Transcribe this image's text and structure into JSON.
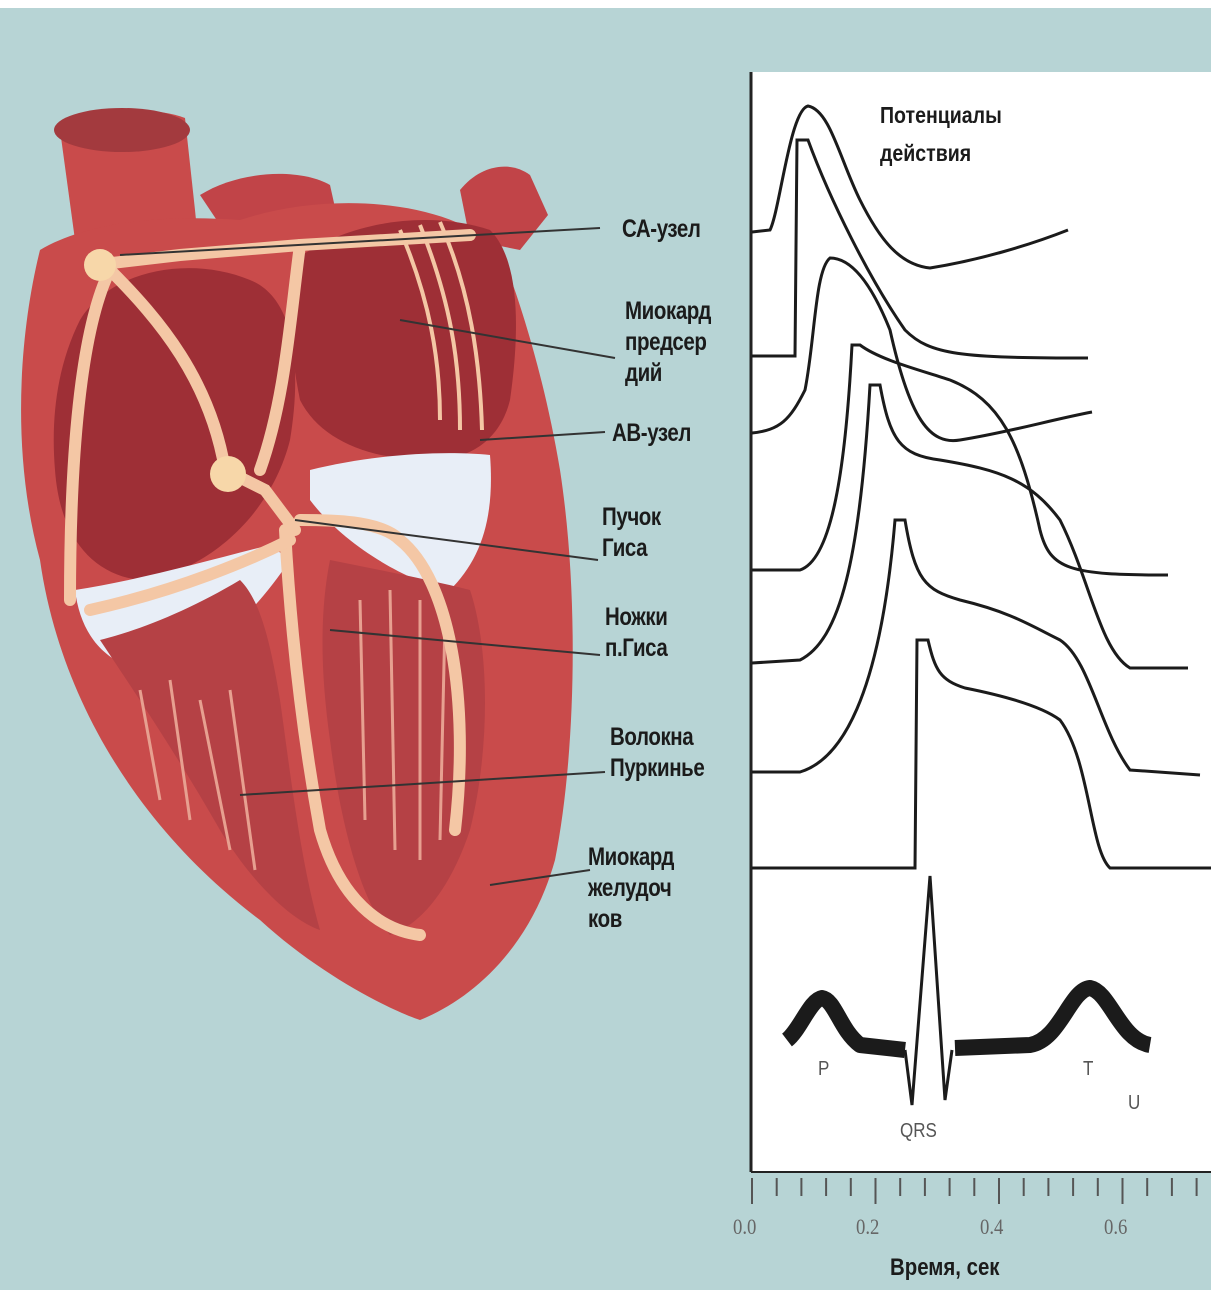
{
  "diagram": {
    "labels": {
      "sa_node": [
        "СА-узел"
      ],
      "atrial_myocardium": [
        "Миокард",
        "предсер",
        "дий"
      ],
      "av_node": [
        "АВ-узел"
      ],
      "bundle_of_his": [
        "Пучок",
        "Гиса"
      ],
      "bundle_branches": [
        "Ножки",
        "п.Гиса"
      ],
      "purkinje_fibers": [
        "Волокна",
        "Пуркинье"
      ],
      "ventricular_myocardium": [
        "Миокард",
        "желудоч",
        "ков"
      ]
    },
    "colors": {
      "background": "#b7d4d5",
      "heart_red": "#c94b4b",
      "heart_dark": "#9e2f36",
      "conduction": "#f4c7a5",
      "plot_bg": "#ffffff",
      "trace": "#1b1b1b"
    }
  },
  "plot": {
    "title": [
      "Потенциалы",
      "действия"
    ],
    "xlabel": "Время, сек",
    "ticks": [
      "0.0",
      "0.2",
      "0.4",
      "0.6"
    ],
    "ecg_waves": {
      "p": "P",
      "qrs": "QRS",
      "t": "T",
      "u": "U"
    }
  }
}
